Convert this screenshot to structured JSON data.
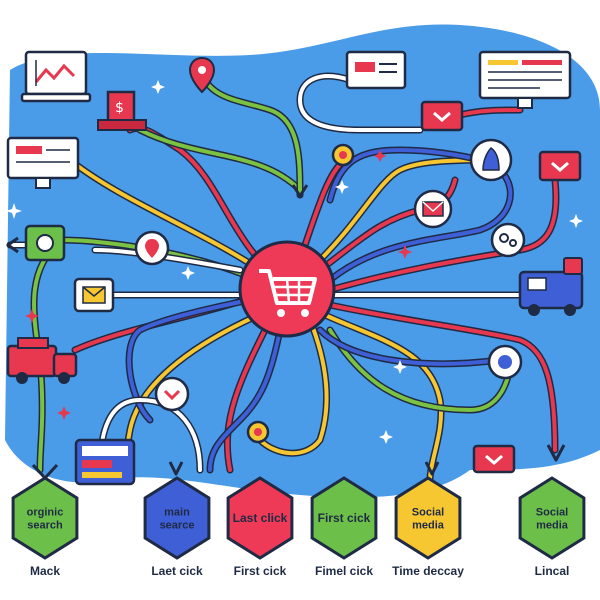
{
  "colors": {
    "background_blob": "#4a9be8",
    "hub": "#ef3a57",
    "red_path": "#e8384f",
    "yellow_path": "#f7c731",
    "green_path": "#7cc242",
    "blue_path": "#3f5fd6",
    "outline": "#1f2a44",
    "white": "#ffffff"
  },
  "hexes": [
    {
      "label_lines": [
        "orginic",
        "search"
      ],
      "color": "#6cc04a",
      "caption": "Mack"
    },
    {
      "label_lines": [
        "main",
        "searce"
      ],
      "color": "#3f5fd6",
      "caption": "Laet cick"
    },
    {
      "label_lines": [
        "Last click"
      ],
      "color": "#ef3a57",
      "caption": "First cick"
    },
    {
      "label_lines": [
        "First cick"
      ],
      "color": "#6cc04a",
      "caption": "Fimel cick"
    },
    {
      "label_lines": [
        "Social",
        "media"
      ],
      "color": "#f7c731",
      "caption": "Time deccay"
    },
    {
      "label_lines": [
        "Social",
        "media"
      ],
      "color": "#6cc04a",
      "caption": "Lincal"
    }
  ],
  "icons": [
    "laptop-chart-icon",
    "location-pin-icon",
    "gift-box-icon",
    "browser-window-icon",
    "monitor-icon",
    "email-icon",
    "heart-message-icon",
    "target-icon",
    "user-badge-icon",
    "mobile-device-icon",
    "truck-icon",
    "delivery-van-icon",
    "cart-hub-icon",
    "settings-icon"
  ]
}
